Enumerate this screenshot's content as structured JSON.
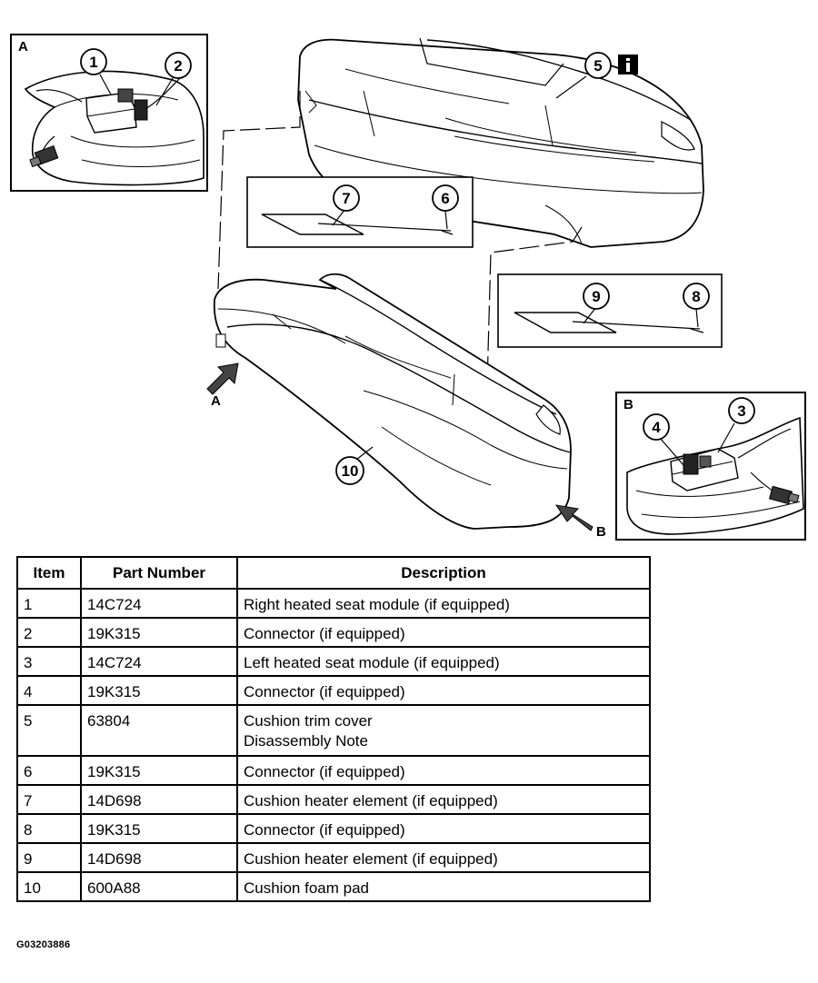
{
  "figure": {
    "callouts": [
      "1",
      "2",
      "3",
      "4",
      "5",
      "6",
      "7",
      "8",
      "9",
      "10"
    ],
    "view_labels": {
      "A": "A",
      "B": "B"
    },
    "info_icon": "info-icon",
    "figure_id": "G03203886"
  },
  "table": {
    "headers": [
      "Item",
      "Part Number",
      "Description"
    ],
    "rows": [
      {
        "item": "1",
        "part": "14C724",
        "desc": [
          "Right heated seat module (if equipped)"
        ]
      },
      {
        "item": "2",
        "part": "19K315",
        "desc": [
          "Connector (if equipped)"
        ]
      },
      {
        "item": "3",
        "part": "14C724",
        "desc": [
          "Left heated seat module (if equipped)"
        ]
      },
      {
        "item": "4",
        "part": "19K315",
        "desc": [
          "Connector (if equipped)"
        ]
      },
      {
        "item": "5",
        "part": "63804",
        "desc": [
          "Cushion trim cover",
          "Disassembly Note"
        ]
      },
      {
        "item": "6",
        "part": "19K315",
        "desc": [
          "Connector (if equipped)"
        ]
      },
      {
        "item": "7",
        "part": "14D698",
        "desc": [
          "Cushion heater element (if equipped)"
        ]
      },
      {
        "item": "8",
        "part": "19K315",
        "desc": [
          "Connector (if equipped)"
        ]
      },
      {
        "item": "9",
        "part": "14D698",
        "desc": [
          "Cushion heater element (if equipped)"
        ]
      },
      {
        "item": "10",
        "part": "600A88",
        "desc": [
          "Cushion foam pad"
        ]
      }
    ]
  }
}
